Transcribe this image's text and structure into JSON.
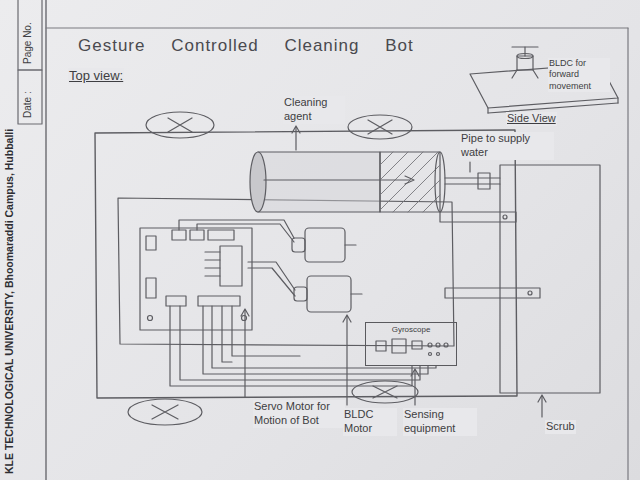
{
  "diagram": {
    "title": "Gesture Controlled Cleaning Bot",
    "nodes": [
      {
        "text": [
          "Gyroscope"
        ]
      }
    ],
    "labels": [
      "Page No.",
      "Date :",
      "KLE TECHNOLOGICAL UNIVERSITY, Bhoomaraddi Campus, Hubballi",
      "Top view:",
      "BLDC for forward movement",
      "Side View",
      "Cleaning agent",
      "Pipe to supply water",
      "Servo Motor for Motion of Bot",
      "BLDC Motor",
      "Sensing equipment",
      "Scrub"
    ]
  }
}
